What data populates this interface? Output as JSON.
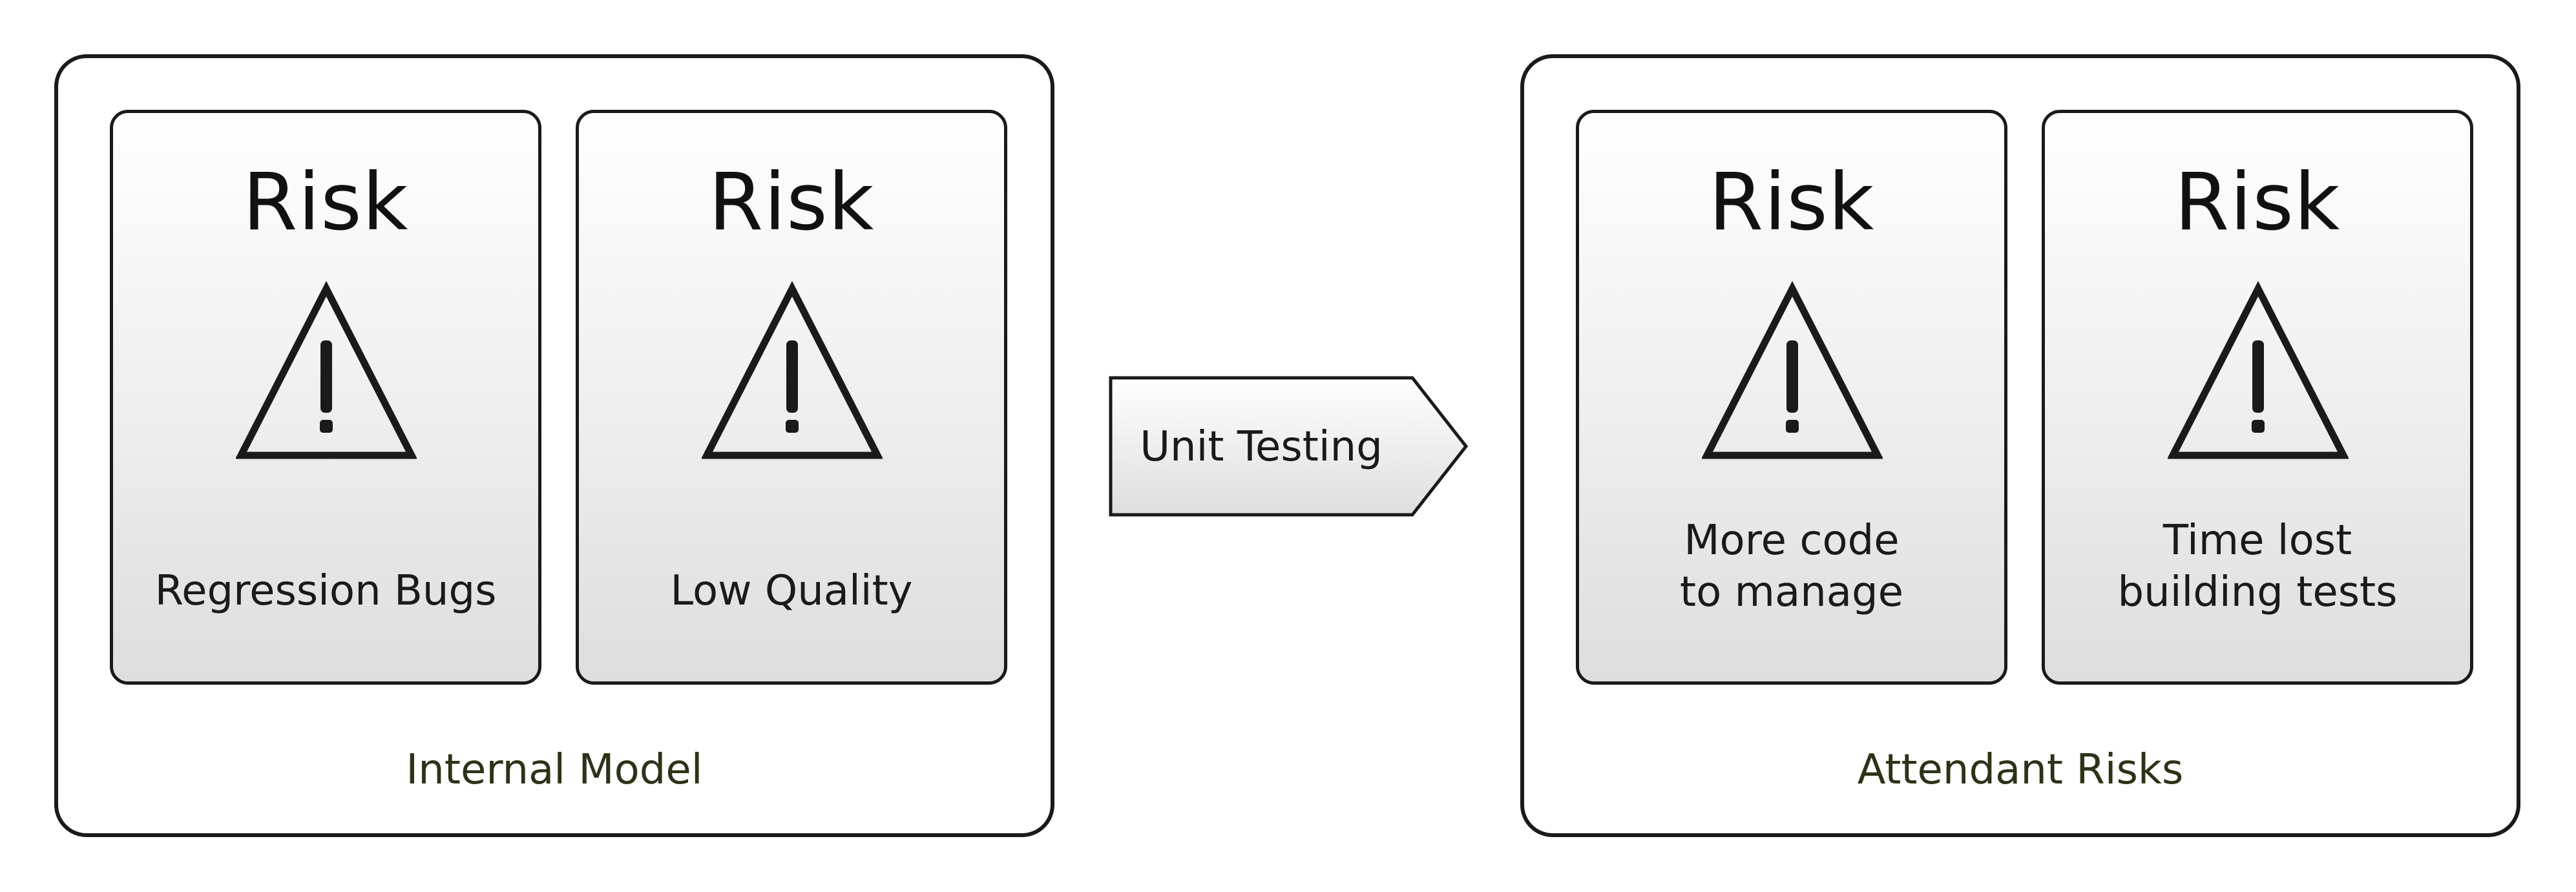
{
  "groups": [
    {
      "title": "Internal Model",
      "cards": [
        {
          "title": "Risk",
          "icon": "warning-triangle-icon",
          "label": "Regression Bugs"
        },
        {
          "title": "Risk",
          "icon": "warning-triangle-icon",
          "label": "Low Quality"
        }
      ]
    },
    {
      "title": "Attendant Risks",
      "cards": [
        {
          "title": "Risk",
          "icon": "warning-triangle-icon",
          "label": "More code\nto manage"
        },
        {
          "title": "Risk",
          "icon": "warning-triangle-icon",
          "label": "Time lost\nbuilding tests"
        }
      ]
    }
  ],
  "action": {
    "label": "Unit Testing"
  },
  "colors": {
    "stroke": "#1a1a1a",
    "group_title": "#2b3318",
    "card_gradient_top": "#ffffff",
    "card_gradient_bottom": "#dedede"
  }
}
